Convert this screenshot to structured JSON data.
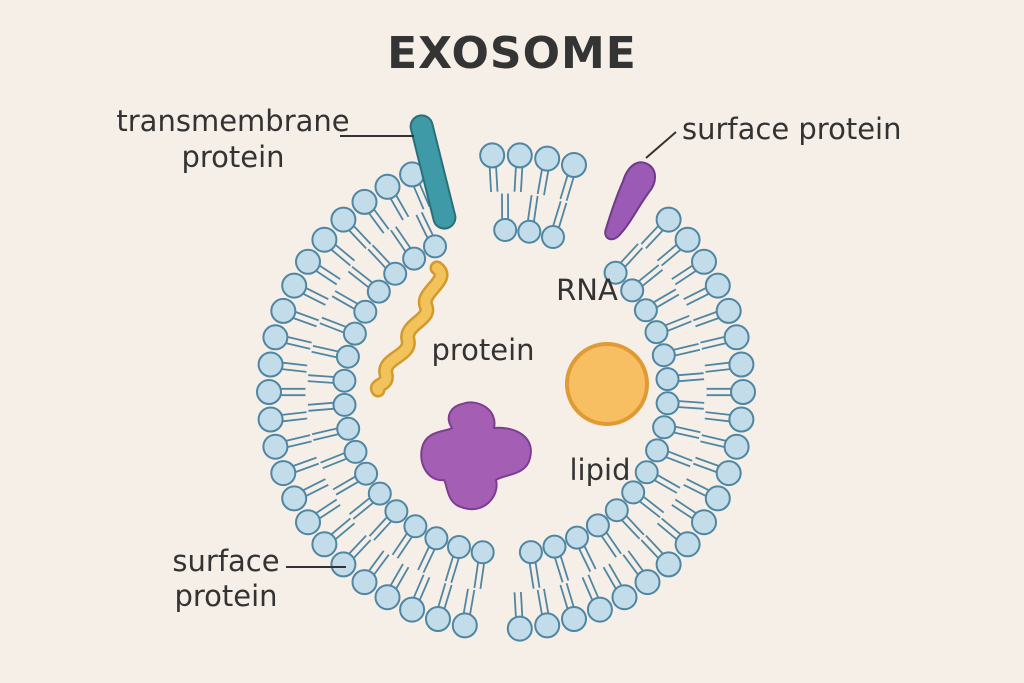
{
  "title": "EXOSOME",
  "labels": {
    "transmembrane_protein_line1": "transmembrane",
    "transmembrane_protein_line2": "protein",
    "surface_protein_top": "surface protein",
    "rna": "RNA",
    "protein": "protein",
    "lipid": "lipid",
    "surface_protein_bottom_line1": "surface",
    "surface_protein_bottom_line2": "protein"
  },
  "colors": {
    "background": "#f6efe7",
    "lipid_head_fill": "#c2dde9",
    "lipid_head_stroke": "#4f86a3",
    "transmembrane_protein": "#3d9aa6",
    "surface_protein": "#9a5ab5",
    "rna_strand": "#e8b84a",
    "lipid_droplet": "#f7be62",
    "protein_blob": "#a45fb5"
  }
}
